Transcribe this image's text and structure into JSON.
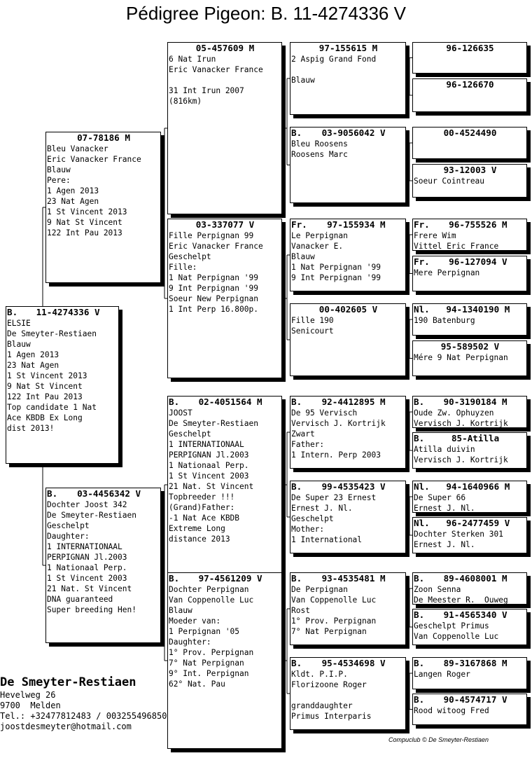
{
  "page": {
    "title": "Pédigree Pigeon: B.  11-4274336 V"
  },
  "cards": [
    {
      "id": "subject",
      "prefix": "B.",
      "number": "11-4274336 V",
      "lines": [
        "ELSIE",
        "De Smeyter-Restiaen",
        "Blauw",
        "1 Agen 2013",
        "23 Nat Agen",
        "1 St Vincent 2013",
        "9 Nat St Vincent",
        "122 Int Pau 2013",
        "Top candidate 1 Nat",
        "Ace KBDB Ex Long",
        "dist 2013!"
      ]
    },
    {
      "id": "sire",
      "prefix": "",
      "number": "07-78186 M",
      "lines": [
        "Bleu Vanacker",
        "Eric Vanacker France",
        "Blauw",
        "Pere:",
        "1 Agen 2013",
        "23 Nat Agen",
        "1 St Vincent 2013",
        "9 Nat St Vincent",
        "122 Int Pau 2013"
      ]
    },
    {
      "id": "dam",
      "prefix": "B.",
      "number": "03-4456342 V",
      "lines": [
        "Dochter Joost 342",
        "De Smeyter-Restiaen",
        "Geschelpt",
        "Daughter:",
        "1 INTERNATIONAAL",
        "PERPIGNAN Jl.2003",
        "1 Nationaal Perp.",
        "1 St Vincent 2003",
        "21 Nat. St Vincent",
        "DNA guaranteed",
        "Super breeding Hen!"
      ]
    },
    {
      "id": "ss",
      "prefix": "",
      "number": "05-457609 M",
      "lines": [
        "6 Nat Irun",
        "Eric Vanacker France",
        "",
        "31 Int Irun 2007",
        "(816km)"
      ]
    },
    {
      "id": "sd",
      "prefix": "",
      "number": "03-337077 V",
      "lines": [
        "Fille Perpignan 99",
        "Eric Vanacker France",
        "Geschelpt",
        "Fille:",
        "1 Nat Perpignan '99",
        "9 Int Perpignan '99",
        "Soeur New Perpignan",
        "1 Int Perp 16.800p."
      ]
    },
    {
      "id": "ds",
      "prefix": "B.",
      "number": "02-4051564 M",
      "lines": [
        "JOOST",
        "De Smeyter-Restiaen",
        "Geschelpt",
        "1 INTERNATIONAAL",
        "PERPIGNAN Jl.2003",
        "1 Nationaal Perp.",
        "1 St Vincent 2003",
        "21 Nat. St Vincent",
        "Topbreeder !!!",
        "(Grand)Father:",
        "-1 Nat Ace KBDB",
        "Extreme Long",
        "distance 2013"
      ]
    },
    {
      "id": "dd",
      "prefix": "B.",
      "number": "97-4561209 V",
      "lines": [
        "Dochter Perpignan",
        "Van Coppenolle Luc",
        "Blauw",
        "Moeder van:",
        "1 Perpignan '05",
        "Daughter:",
        "1° Prov. Perpignan",
        "7° Nat Perpignan",
        "9° Int. Perpignan",
        "62° Nat. Pau"
      ]
    },
    {
      "id": "sss",
      "prefix": "",
      "number": "97-155615 M",
      "lines": [
        "2 Aspig Grand Fond",
        "",
        "Blauw"
      ]
    },
    {
      "id": "ssd",
      "prefix": "B.",
      "number": "03-9056042 V",
      "lines": [
        "Bleu Roosens",
        "Roosens Marc"
      ]
    },
    {
      "id": "sds",
      "prefix": "Fr.",
      "number": "97-155934 M",
      "lines": [
        "Le Perpignan",
        "Vanacker E.",
        "Blauw",
        "1 Nat Perpignan '99",
        "9 Int Perpignan '99"
      ]
    },
    {
      "id": "sdd",
      "prefix": "",
      "number": "00-402605 V",
      "lines": [
        "Fille 190",
        "Senicourt"
      ]
    },
    {
      "id": "dss",
      "prefix": "B.",
      "number": "92-4412895 M",
      "lines": [
        "De 95 Vervisch",
        "Vervisch J. Kortrijk",
        "Zwart",
        "Father:",
        "1 Intern. Perp 2003"
      ]
    },
    {
      "id": "dsd",
      "prefix": "B.",
      "number": "99-4535423 V",
      "lines": [
        "De Super 23 Ernest",
        "Ernest J. Nl.",
        "Geschelpt",
        "Mother:",
        "1 International"
      ]
    },
    {
      "id": "dds",
      "prefix": "B.",
      "number": "93-4535481 M",
      "lines": [
        "De Perpignan",
        "Van Coppenolle Luc",
        "Rost",
        "1° Prov. Perpignan",
        "7° Nat Perpignan"
      ]
    },
    {
      "id": "ddd",
      "prefix": "B.",
      "number": "95-4534698 V",
      "lines": [
        "Kldt. P.I.P.",
        "Florizoone Roger",
        "",
        "granddaughter",
        "Primus Interparis"
      ]
    },
    {
      "id": "g1",
      "prefix": "",
      "number": "96-126635",
      "lines": []
    },
    {
      "id": "g2",
      "prefix": "",
      "number": "96-126670",
      "lines": []
    },
    {
      "id": "g3",
      "prefix": "",
      "number": "00-4524490",
      "lines": []
    },
    {
      "id": "g4",
      "prefix": "",
      "number": "93-12003 V",
      "lines": [
        "Soeur Cointreau"
      ]
    },
    {
      "id": "g5",
      "prefix": "Fr.",
      "number": "96-755526 M",
      "lines": [
        "Frere Wim",
        "Vittel Eric France"
      ]
    },
    {
      "id": "g6",
      "prefix": "Fr.",
      "number": "96-127094 V",
      "lines": [
        "Mere Perpignan"
      ]
    },
    {
      "id": "g7",
      "prefix": "Nl.",
      "number": "94-1340190 M",
      "lines": [
        "190 Batenburg"
      ]
    },
    {
      "id": "g8",
      "prefix": "",
      "number": "95-589502 V",
      "lines": [
        "Mére 9 Nat Perpignan"
      ]
    },
    {
      "id": "g9",
      "prefix": "B.",
      "number": "90-3190184 M",
      "lines": [
        "Oude Zw. Ophuyzen",
        "Vervisch J. Kortrijk"
      ]
    },
    {
      "id": "g10",
      "prefix": "B.",
      "number": "85-Atilla",
      "lines": [
        "Atilla duivin",
        "Vervisch J. Kortrijk"
      ]
    },
    {
      "id": "g11",
      "prefix": "Nl.",
      "number": "94-1640966 M",
      "lines": [
        "De Super 66",
        "Ernest J. Nl."
      ]
    },
    {
      "id": "g12",
      "prefix": "Nl.",
      "number": "96-2477459 V",
      "lines": [
        "Dochter Sterken 301",
        "Ernest J. Nl."
      ]
    },
    {
      "id": "g13",
      "prefix": "B.",
      "number": "89-4608001 M",
      "lines": [
        "Zoon Senna",
        "De Meester R.  Ouweg"
      ]
    },
    {
      "id": "g14",
      "prefix": "B.",
      "number": "91-4565340 V",
      "lines": [
        "Geschelpt Primus",
        "Van Coppenolle Luc"
      ]
    },
    {
      "id": "g15",
      "prefix": "B.",
      "number": "89-3167868 M",
      "lines": [
        "Langen Roger"
      ]
    },
    {
      "id": "g16",
      "prefix": "B.",
      "number": "90-4574717 V",
      "lines": [
        "Rood witoog Fred"
      ]
    }
  ],
  "breeder": {
    "name": "De Smeyter-Restiaen",
    "street": "Hevelweg 26",
    "city": "9700  Melden",
    "phone": "Tel.: +32477812483 / 003255496850",
    "email": "joostdesmeyter@hotmail.com"
  },
  "footer": {
    "credit": "Compuclub © De Smeyter-Restiaen"
  }
}
